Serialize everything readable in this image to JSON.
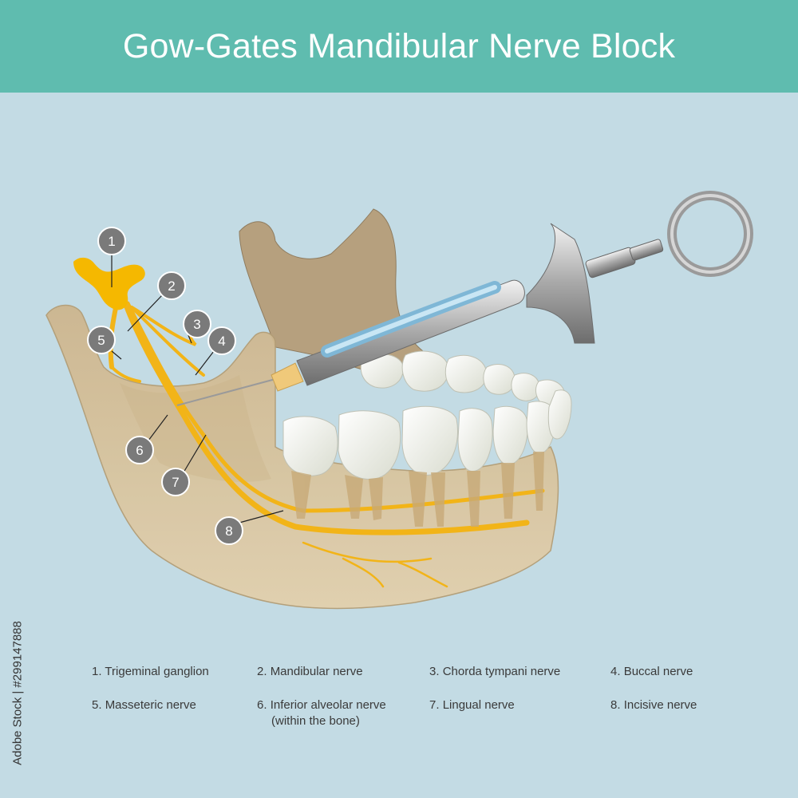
{
  "title": "Gow-Gates Mandibular Nerve Block",
  "markers": [
    "1",
    "2",
    "3",
    "4",
    "5",
    "6",
    "7",
    "8"
  ],
  "legend": [
    {
      "num": "1.",
      "name": "Trigeminal ganglion"
    },
    {
      "num": "2.",
      "name": "Mandibular nerve"
    },
    {
      "num": "3.",
      "name": "Chorda tympani nerve"
    },
    {
      "num": "4.",
      "name": "Buccal nerve"
    },
    {
      "num": "5.",
      "name": "Masseteric nerve"
    },
    {
      "num": "6.",
      "name": "Inferior alveolar nerve",
      "note": "(within the bone)"
    },
    {
      "num": "7.",
      "name": "Lingual nerve"
    },
    {
      "num": "8.",
      "name": "Incisive nerve"
    }
  ],
  "stock_id": "Adobe Stock | #299147888",
  "colors": {
    "header": "#5fbcaf",
    "background": "#c3dbe4",
    "bone": "#d8c29a",
    "nerve": "#f2b418",
    "marker": "#7a7a7a"
  }
}
